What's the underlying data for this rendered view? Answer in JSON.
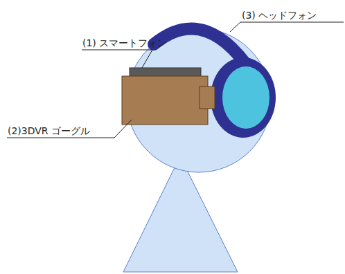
{
  "diagram": {
    "labels": [
      "(1) スマートフォン",
      "(2)3DVR ゴーグル",
      "(3) ヘッドフォン"
    ]
  }
}
